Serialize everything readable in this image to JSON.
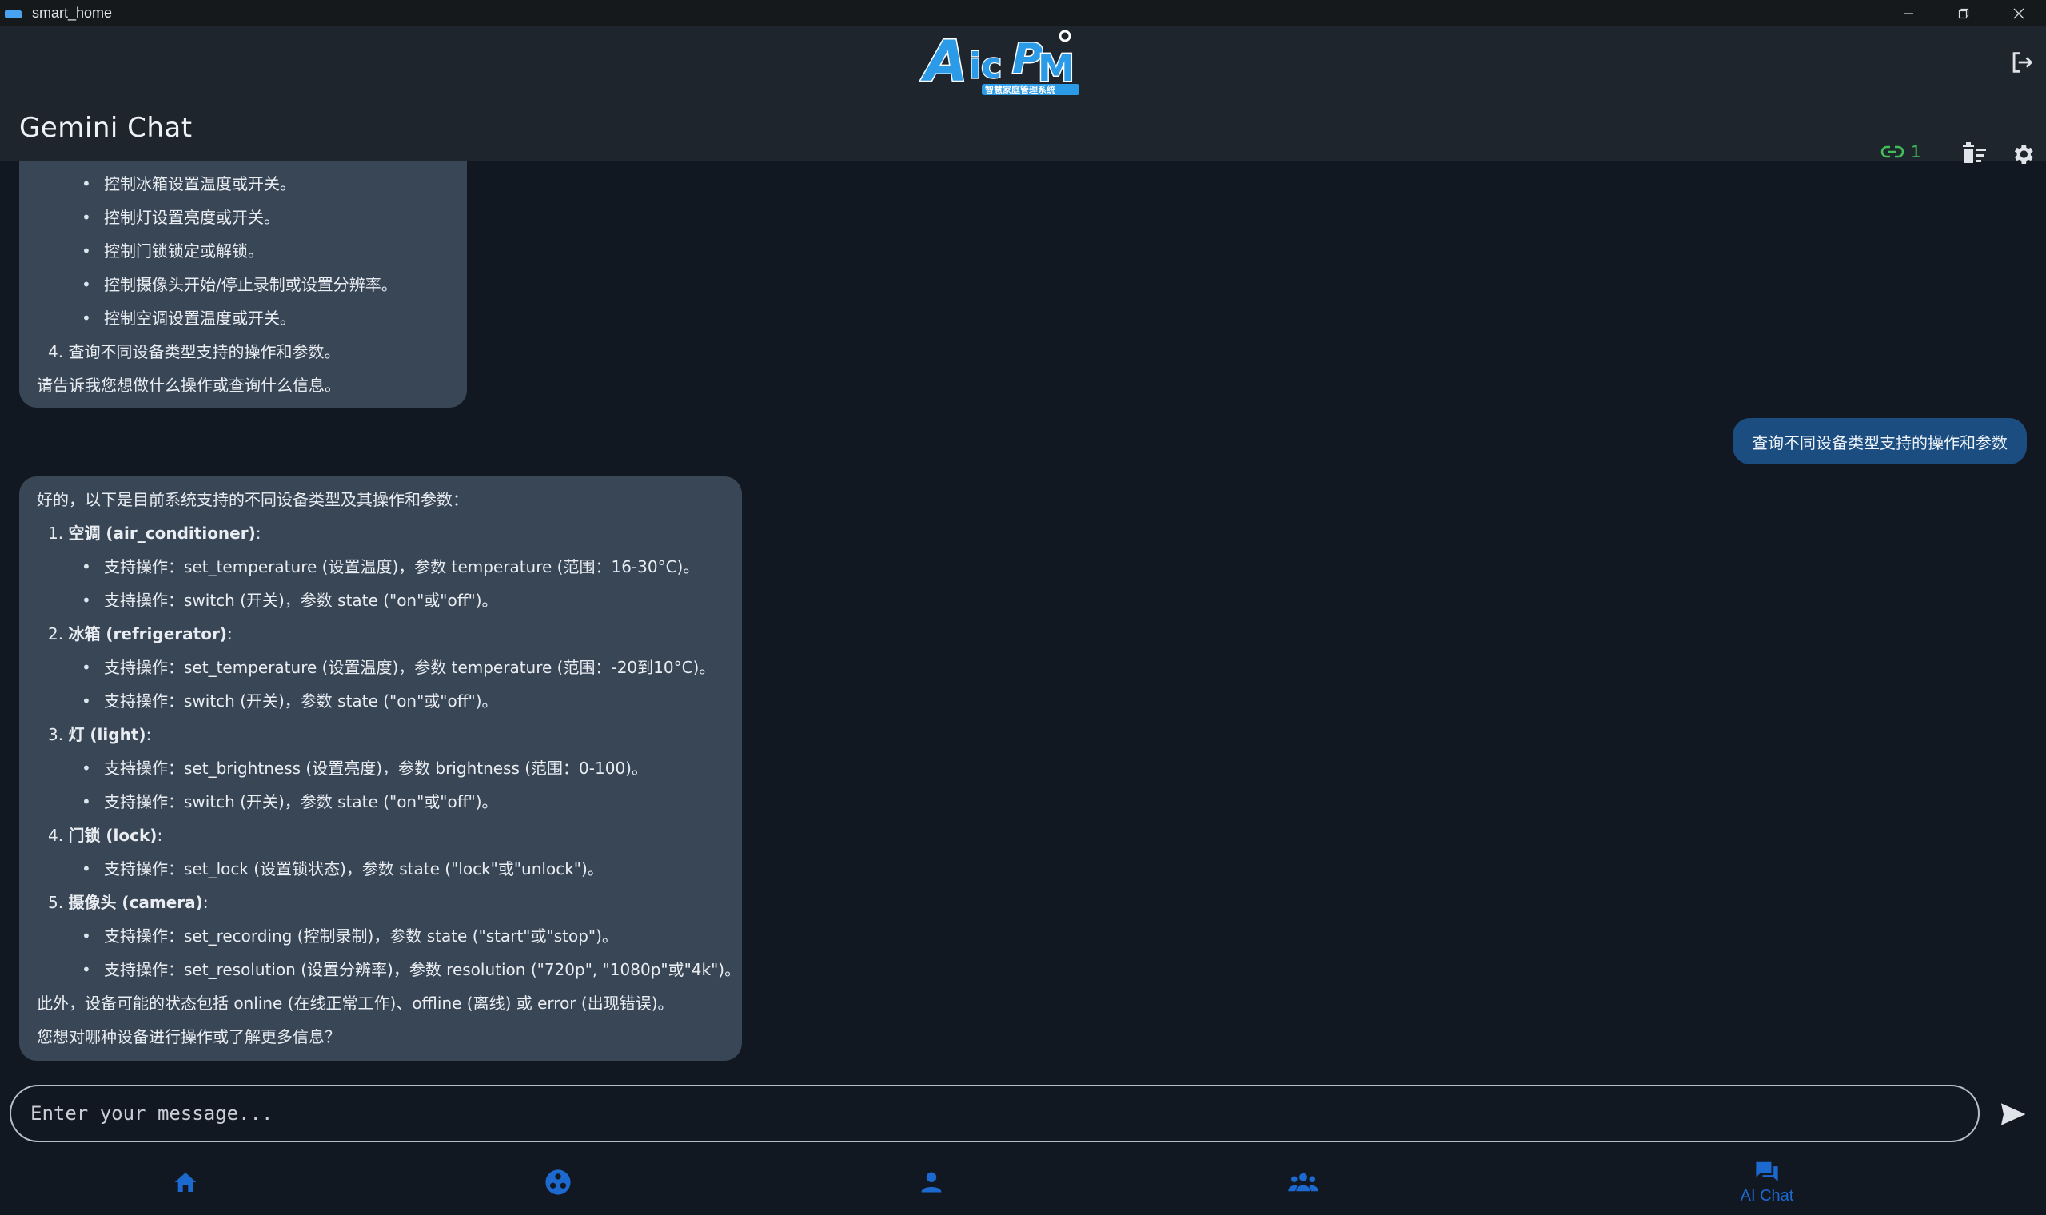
{
  "window": {
    "title": "smart_home"
  },
  "header": {
    "logo_text": "AiCPM",
    "logo_subtitle": "智慧家庭管理系统",
    "page_title": "Gemini Chat",
    "connection_count": "1"
  },
  "colors": {
    "accent": "#1c6ad0",
    "connected": "#3fbf56",
    "bot_bubble": "#394656",
    "user_bubble": "#1b4d80",
    "background": "#121822"
  },
  "messages": [
    {
      "role": "bot",
      "lines": [
        "控制冰箱设置温度或开关。",
        "控制灯设置亮度或开关。",
        "控制门锁锁定或解锁。",
        "控制摄像头开始/停止录制或设置分辨率。",
        "控制空调设置温度或开关。",
        "查询不同设备类型支持的操作和参数。",
        "请告诉我您想做什么操作或查询什么信息。"
      ],
      "numbers": {
        "n4": "4."
      }
    },
    {
      "role": "user",
      "text": "查询不同设备类型支持的操作和参数"
    },
    {
      "role": "bot",
      "intro": "好的，以下是目前系统支持的不同设备类型及其操作和参数：",
      "devices": [
        {
          "num": "1.",
          "name": "空调 (air_conditioner)",
          "ops": [
            "支持操作：set_temperature (设置温度)，参数 temperature (范围：16-30°C)。",
            "支持操作：switch (开关)，参数 state (\"on\"或\"off\")。"
          ]
        },
        {
          "num": "2.",
          "name": "冰箱 (refrigerator)",
          "ops": [
            "支持操作：set_temperature (设置温度)，参数 temperature (范围：-20到10°C)。",
            "支持操作：switch (开关)，参数 state (\"on\"或\"off\")。"
          ]
        },
        {
          "num": "3.",
          "name": "灯 (light)",
          "ops": [
            "支持操作：set_brightness (设置亮度)，参数 brightness (范围：0-100)。",
            "支持操作：switch (开关)，参数 state (\"on\"或\"off\")。"
          ]
        },
        {
          "num": "4.",
          "name": "门锁 (lock)",
          "ops": [
            "支持操作：set_lock (设置锁状态)，参数 state (\"lock\"或\"unlock\")。"
          ]
        },
        {
          "num": "5.",
          "name": "摄像头 (camera)",
          "ops": [
            "支持操作：set_recording (控制录制)，参数 state (\"start\"或\"stop\")。",
            "支持操作：set_resolution (设置分辨率)，参数 resolution (\"720p\", \"1080p\"或\"4k\")。"
          ]
        }
      ],
      "outro1": "此外，设备可能的状态包括 online (在线正常工作)、offline (离线) 或 error (出现错误)。",
      "outro2": "您想对哪种设备进行操作或了解更多信息？"
    }
  ],
  "composer": {
    "placeholder": "Enter your message..."
  },
  "bottom_nav": {
    "active_label": "AI Chat"
  }
}
